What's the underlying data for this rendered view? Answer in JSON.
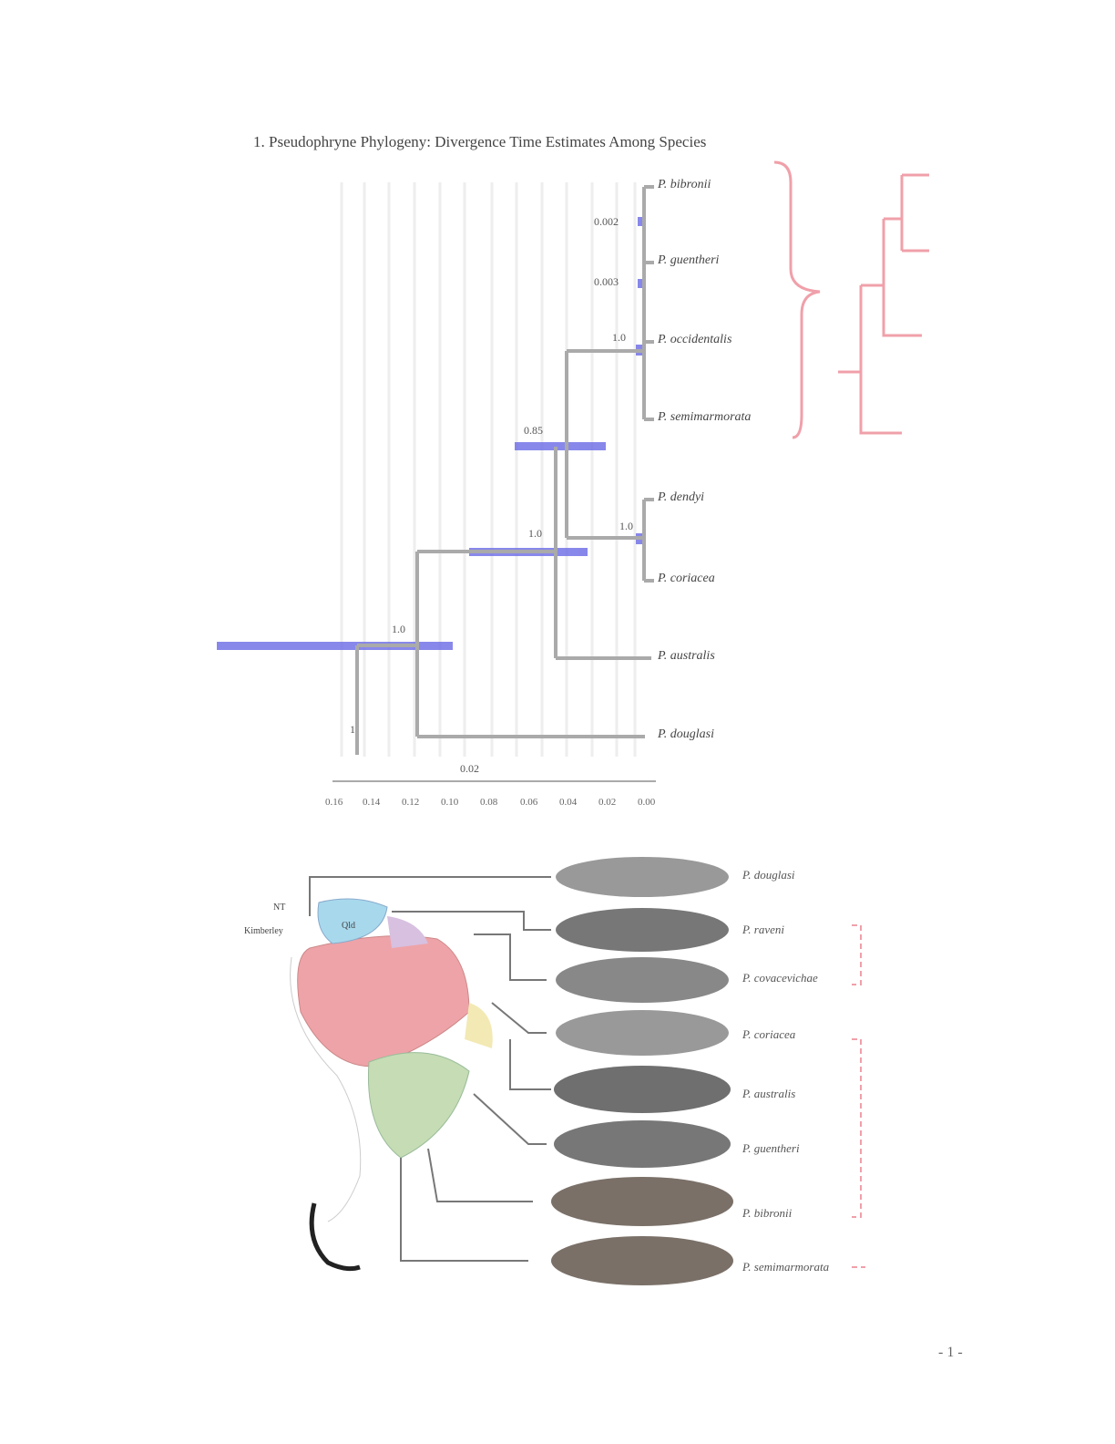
{
  "title": "1.  Pseudophryne Phylogeny: Divergence Time Estimates Among Species",
  "tree": {
    "tips": [
      "P. bibronii",
      "P. guentheri",
      "P. occidentalis",
      "P. semimarmorata",
      "P. dendyi",
      "P. coriacea",
      "P. australis",
      "P. douglasi"
    ],
    "node_labels": [
      "0.002",
      "0.003",
      "1.0",
      "0.85",
      "1.0",
      "1.0",
      "1.0",
      "1"
    ],
    "scale_label": "0.02",
    "axis_ticks": [
      "0.16",
      "0.14",
      "0.12",
      "0.10",
      "0.08",
      "0.06",
      "0.04",
      "0.02",
      "0.00"
    ]
  },
  "map": {
    "labels": [
      "NT",
      "Qld",
      "Kimberley"
    ],
    "species": [
      "P. douglasi",
      "P. raveni",
      "P. covacevichae",
      "P. coriacea",
      "P. australis",
      "P. guentheri",
      "P. bibronii",
      "P. semimarmorata"
    ]
  },
  "colors": {
    "bar": "#6a6ae6",
    "brace": "#f0a0aa",
    "region_red": "#eea3a8",
    "region_green": "#c5dcb4",
    "region_blue": "#a8d8ec"
  },
  "page_number": "- 1 -"
}
